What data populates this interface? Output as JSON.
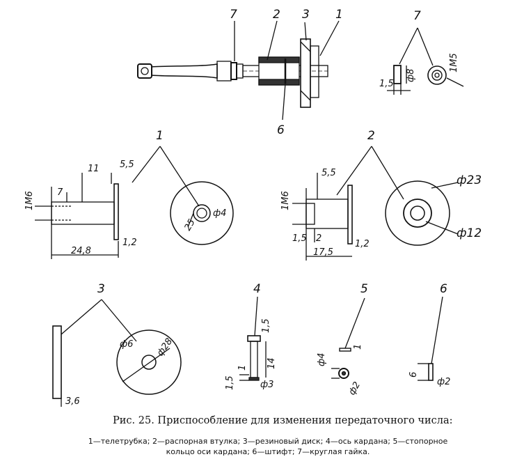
{
  "figure": {
    "caption_title": "Рис. 25. Приспособление для изменения передаточного числа:",
    "caption_legend_line1": "1—телетрубка; 2—распорная втулка; 3—резиновый диск; 4—ось кардана; 5—стопорное",
    "caption_legend_line2": "кольцо оси кардана; 6—штифт; 7—круглая гайка."
  },
  "callouts": {
    "assembly": [
      "7",
      "2",
      "3",
      "1",
      "6"
    ],
    "nut_7": "7",
    "tube_1": "1",
    "sleeve_2": "2",
    "disk_3": "3",
    "axle_4": "4",
    "ring_5": "5",
    "pin_6": "6"
  },
  "dimensions": {
    "nut_7": {
      "thread": "1M5",
      "width": "1,5",
      "diameter": "ф8"
    },
    "tube_1": {
      "spacing": "11",
      "lip": "5,5",
      "thread": "1M6",
      "thread_len": "7",
      "length": "24,8",
      "flange": "1,2",
      "bore": "ф4",
      "bolt_circle": "25"
    },
    "sleeve_2": {
      "step": "5,5",
      "thread": "1M6",
      "groove": "1,5",
      "step2": "2",
      "length": "17,5",
      "flange": "1,2",
      "outer": "ф23",
      "inner": "ф12"
    },
    "disk_3": {
      "thickness": "3,6",
      "hole": "ф6",
      "outer": "ф28"
    },
    "axle_4": {
      "head": "1,5",
      "length": "14",
      "groove": "1",
      "tail": "1,5",
      "diameter": "ф3"
    },
    "ring_5": {
      "thickness": "1",
      "outer": "ф4",
      "inner": "ф2"
    },
    "pin_6": {
      "length": "6",
      "diameter": "ф2"
    }
  }
}
